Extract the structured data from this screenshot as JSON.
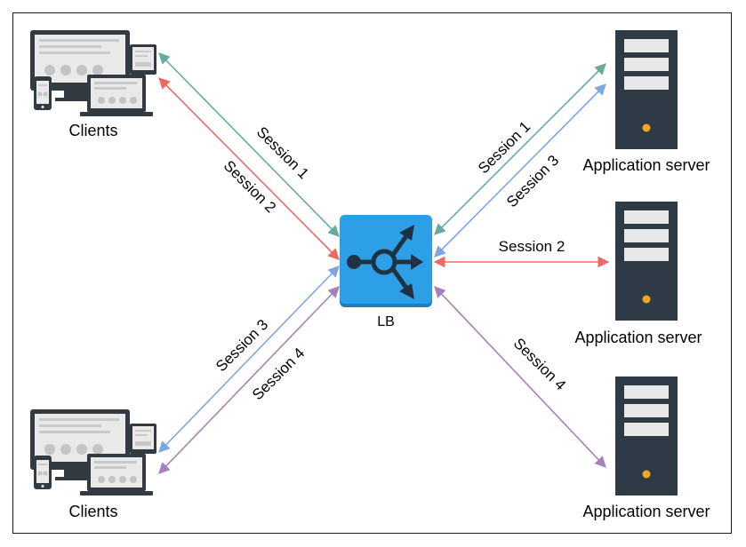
{
  "clients": {
    "top_label": "Clients",
    "bottom_label": "Clients"
  },
  "lb": {
    "label": "LB"
  },
  "servers": {
    "top_label": "Application server",
    "middle_label": "Application server",
    "bottom_label": "Application server"
  },
  "sessions": {
    "left_top_1": "Session 1",
    "left_top_2": "Session 2",
    "left_bottom_3": "Session 3",
    "left_bottom_4": "Session 4",
    "right_top_1": "Session 1",
    "right_top_3": "Session 3",
    "right_mid_2": "Session 2",
    "right_bottom_4": "Session 4"
  },
  "colors": {
    "session1": "#67ab9f",
    "session2": "#ea6b66",
    "session3": "#7ea6e0",
    "session4": "#a680b8",
    "lb_fill": "#2c9fe6",
    "server_fill": "#2e3a45"
  }
}
